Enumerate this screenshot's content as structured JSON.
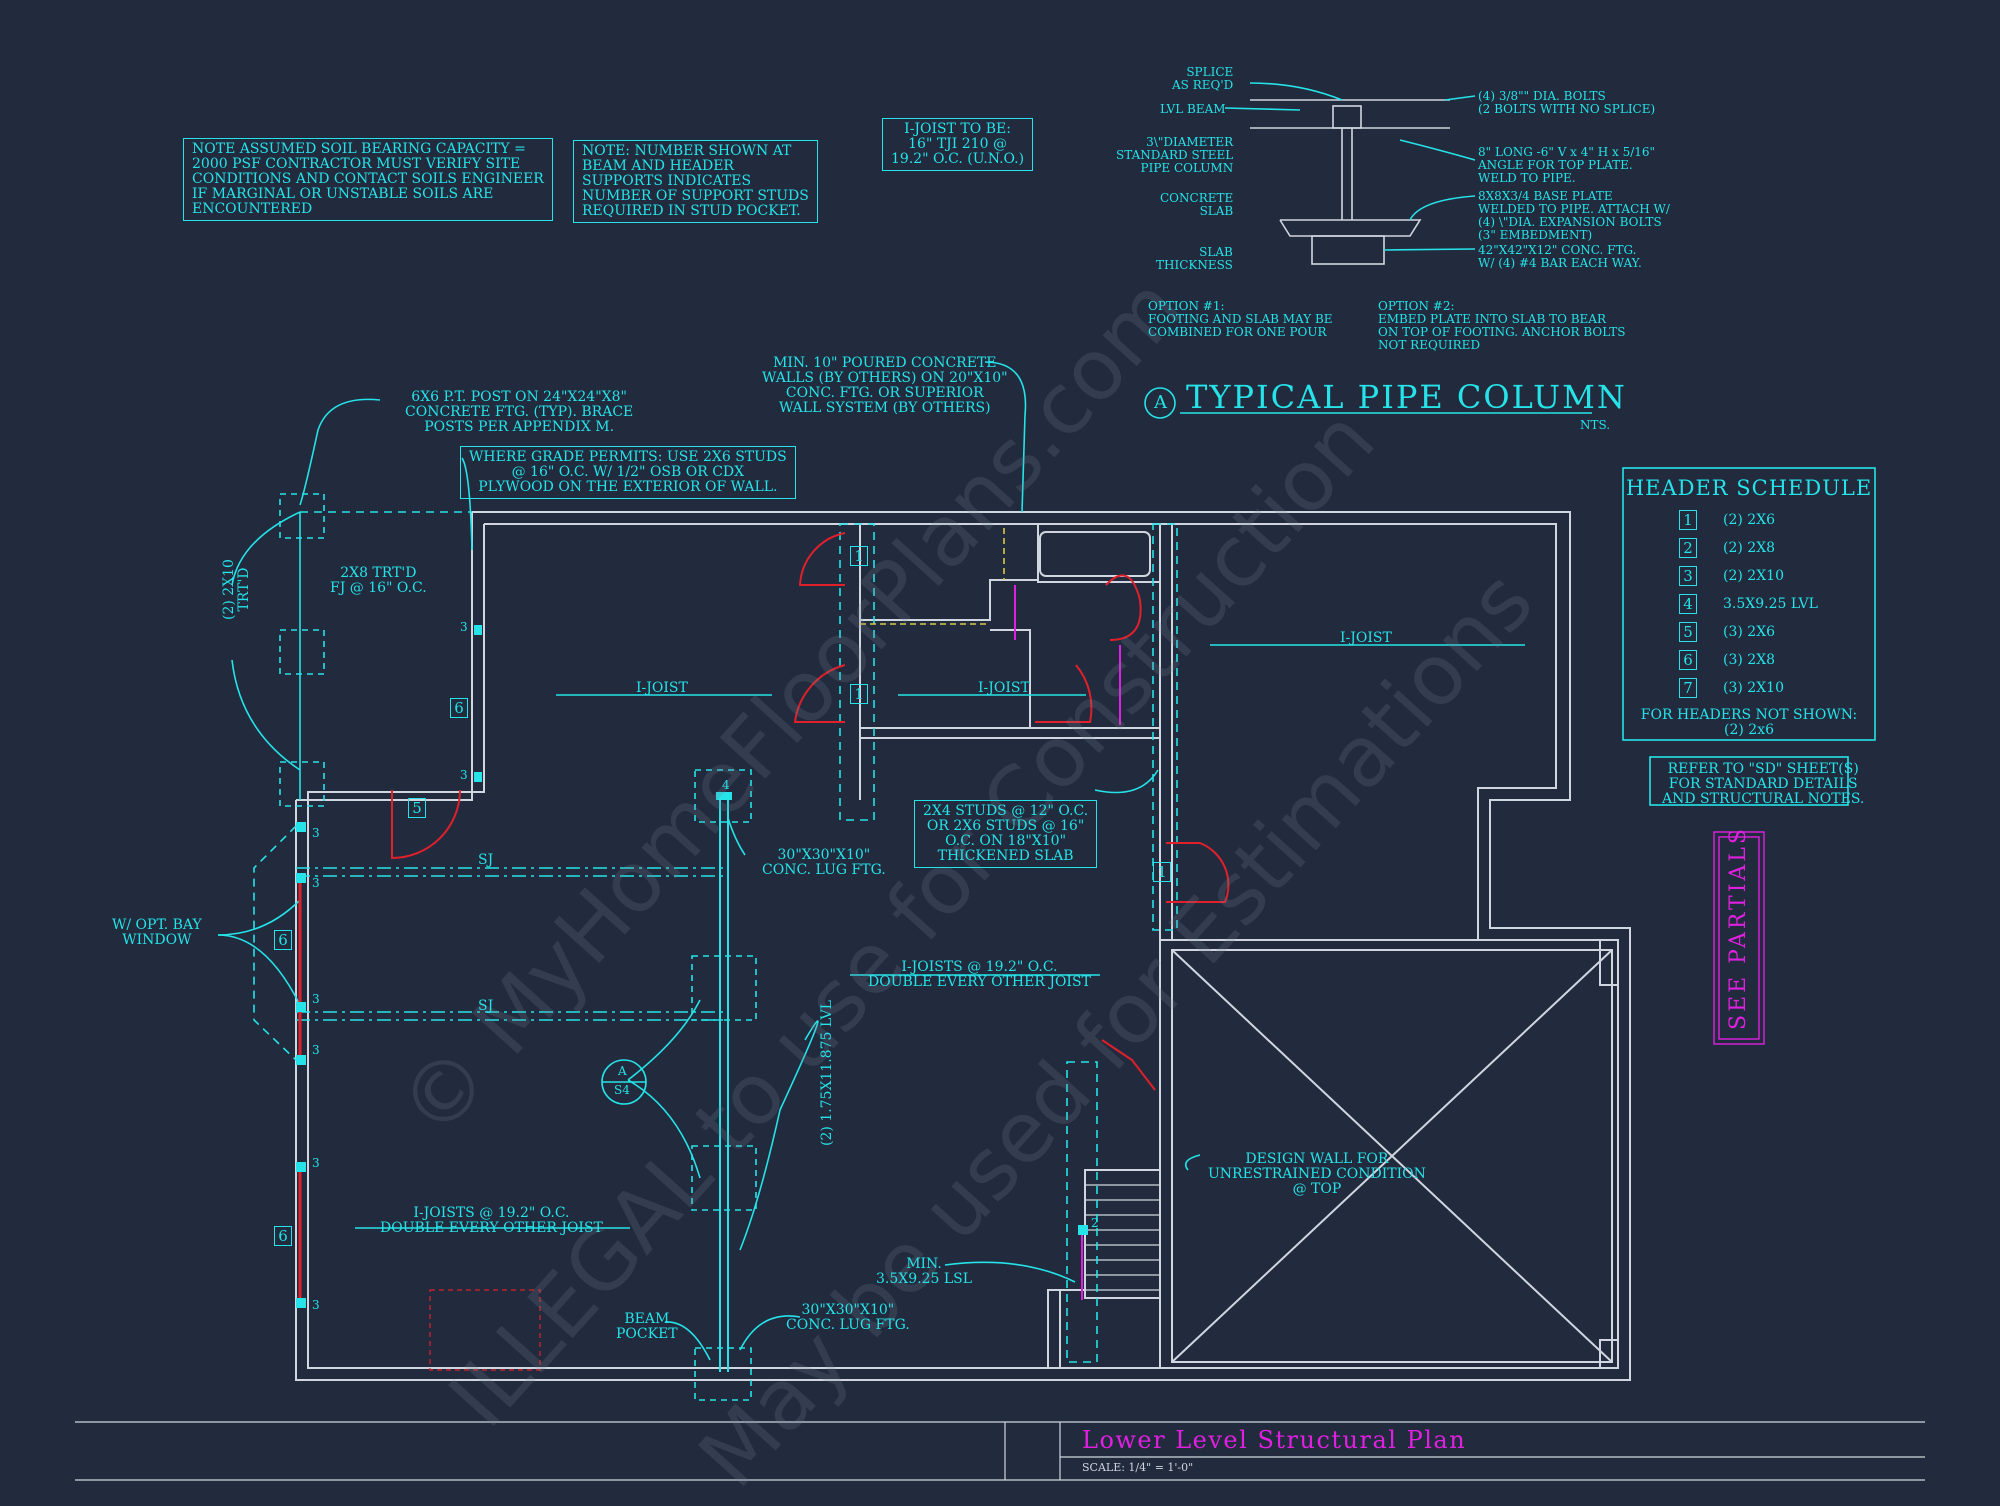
{
  "notes": {
    "soil": "NOTE ASSUMED SOIL BEARING CAPACITY =\n2000 PSF CONTRACTOR MUST VERIFY SITE\nCONDITIONS AND CONTACT SOILS ENGINEER\nIF MARGINAL OR UNSTABLE SOILS ARE\nENCOUNTERED",
    "studs": "NOTE: NUMBER SHOWN AT\nBEAM AND HEADER\nSUPPORTS INDICATES\nNUMBER OF SUPPORT STUDS\nREQUIRED IN STUD POCKET.",
    "ijoist": "I-JOIST TO BE:\n16\" TJI 210 @\n19.2\" O.C. (U.N.O.)",
    "post": "6x6 P.T. POST ON 24\"x24\"x8\"\nCONCRETE FTG. (TYP). BRACE\nPOSTS PER APPENDIX M.",
    "conc_walls": "MIN. 10\" POURED CONCRETE\nWALLS (BY OTHERS) ON 20\"x10\"\nCONC. FTG. OR SUPERIOR\nWALL SYSTEM (BY OTHERS)",
    "grade": "WHERE GRADE PERMITS: USE 2x6 STUDS\n@ 16\" O.C. w/ 1/2\" OSB OR CDX\nPLYWOOD ON THE EXTERIOR OF WALL.",
    "trt": "2x8 TRT'D\nFJ @ 16\" O.C.",
    "trt_side": "(2) 2x10\nTRT'D",
    "studs_slab": "2x4 STUDS @ 12\" O.C.\nOR 2x6 STUDS @ 16\"\nO.C. ON 18\"x10\"\nTHICKENED SLAB",
    "lug1": "30\"x30\"x10\"\nCONC. LUG FTG.",
    "lug2": "30\"x30\"x10\"\nCONC. LUG FTG.",
    "bay": "W/ OPT. BAY\nWINDOW",
    "ijoists_mid": "I-JOISTS @ 19.2\" O.C.\nDOUBLE EVERY OTHER JOIST",
    "ijoists_low": "I-JOISTS @ 19.2\" O.C.\nDOUBLE EVERY OTHER JOIST",
    "lvl": "(2) 1.75x11.875 LVL",
    "lsl": "MIN.\n3.5x9.25 LSL",
    "beam_pocket": "BEAM\nPOCKET",
    "design_wall": "DESIGN WALL FOR\nUNRESTRAINED CONDITION\n@ TOP",
    "refer": "REFER TO \"SD\" SHEET(S)\nFOR STANDARD DETAILS\nAND STRUCTURAL NOTES.",
    "ijoist_a": "I-JOIST",
    "ijoist_b": "I-JOIST",
    "ijoist_c": "I-JOIST",
    "sj1": "SJ",
    "sj2": "SJ",
    "section_a": "A",
    "section_s4": "S4"
  },
  "pipe_column": {
    "splice": "SPLICE\nAS REQ'D",
    "lvl_beam": "LVL BEAM",
    "diameter": "3\\\"DIAMETER\nSTANDARD STEEL\nPIPE COLUMN",
    "slab": "CONCRETE\nSLAB",
    "thickness": "SLAB\nTHICKNESS",
    "bolts": "(4) 3/8\"\" DIA. BOLTS\n(2 BOLTS WITH NO SPLICE)",
    "angle": "8\" LONG -6\" V x 4\" H x 5/16\"\nANGLE FOR TOP PLATE.\nWELD TO PIPE.",
    "base_plate": "8x8x3/4 BASE PLATE\nWELDED TO PIPE. ATTACH w/\n(4) \\\"DIA. EXPANSION BOLTS\n(3\" EMBEDMENT)",
    "ftg": "42\"x42\"x12\" CONC. FTG.\nW/ (4) #4 BAR EACH WAY.",
    "opt1": "OPTION #1:\nFOOTING AND SLAB MAY BE\nCOMBINED FOR ONE POUR",
    "opt2": "OPTION #2:\nEMBED PLATE INTO SLAB TO BEAR\nON TOP OF FOOTING. ANCHOR BOLTS\nNOT REQUIRED",
    "marker": "A",
    "title": "TYPICAL PIPE COLUMN",
    "nts": "NTS."
  },
  "header_schedule": {
    "title": "HEADER SCHEDULE",
    "rows": [
      {
        "num": "1",
        "size": "(2) 2X6"
      },
      {
        "num": "2",
        "size": "(2) 2X8"
      },
      {
        "num": "3",
        "size": "(2) 2X10"
      },
      {
        "num": "4",
        "size": "3.5X9.25 LVL"
      },
      {
        "num": "5",
        "size": "(3) 2X6"
      },
      {
        "num": "6",
        "size": "(3) 2X8"
      },
      {
        "num": "7",
        "size": "(3) 2X10"
      }
    ],
    "footer": "FOR HEADERS NOT SHOWN:\n(2) 2x6"
  },
  "see_partials": "SEE PARTIALS",
  "title_block": {
    "title": "Lower Level Structural Plan",
    "scale": "SCALE: 1/4\" = 1'-0\""
  },
  "tags": {
    "t1a": "1",
    "t1b": "1",
    "t1c": "1",
    "t5": "5",
    "t6a": "6",
    "t6b": "6",
    "t6c": "6"
  },
  "stud_counts": {
    "s1": "3",
    "s2": "3",
    "s3": "3",
    "s4": "3",
    "s5": "3",
    "s6": "3",
    "s7": "3",
    "s8": "3",
    "s9": "4",
    "s10": "2"
  },
  "watermark": {
    "line1": "© MyHomeFloorPlans.com",
    "line2": "ILLEGAL to use for Construction",
    "line3": "May be used for Estimations"
  },
  "colors": {
    "cyan": "#25e3e8",
    "white_line": "#d0d6e0",
    "red": "#e0202a",
    "magenta": "#e020e0",
    "background": "#222a3d"
  }
}
